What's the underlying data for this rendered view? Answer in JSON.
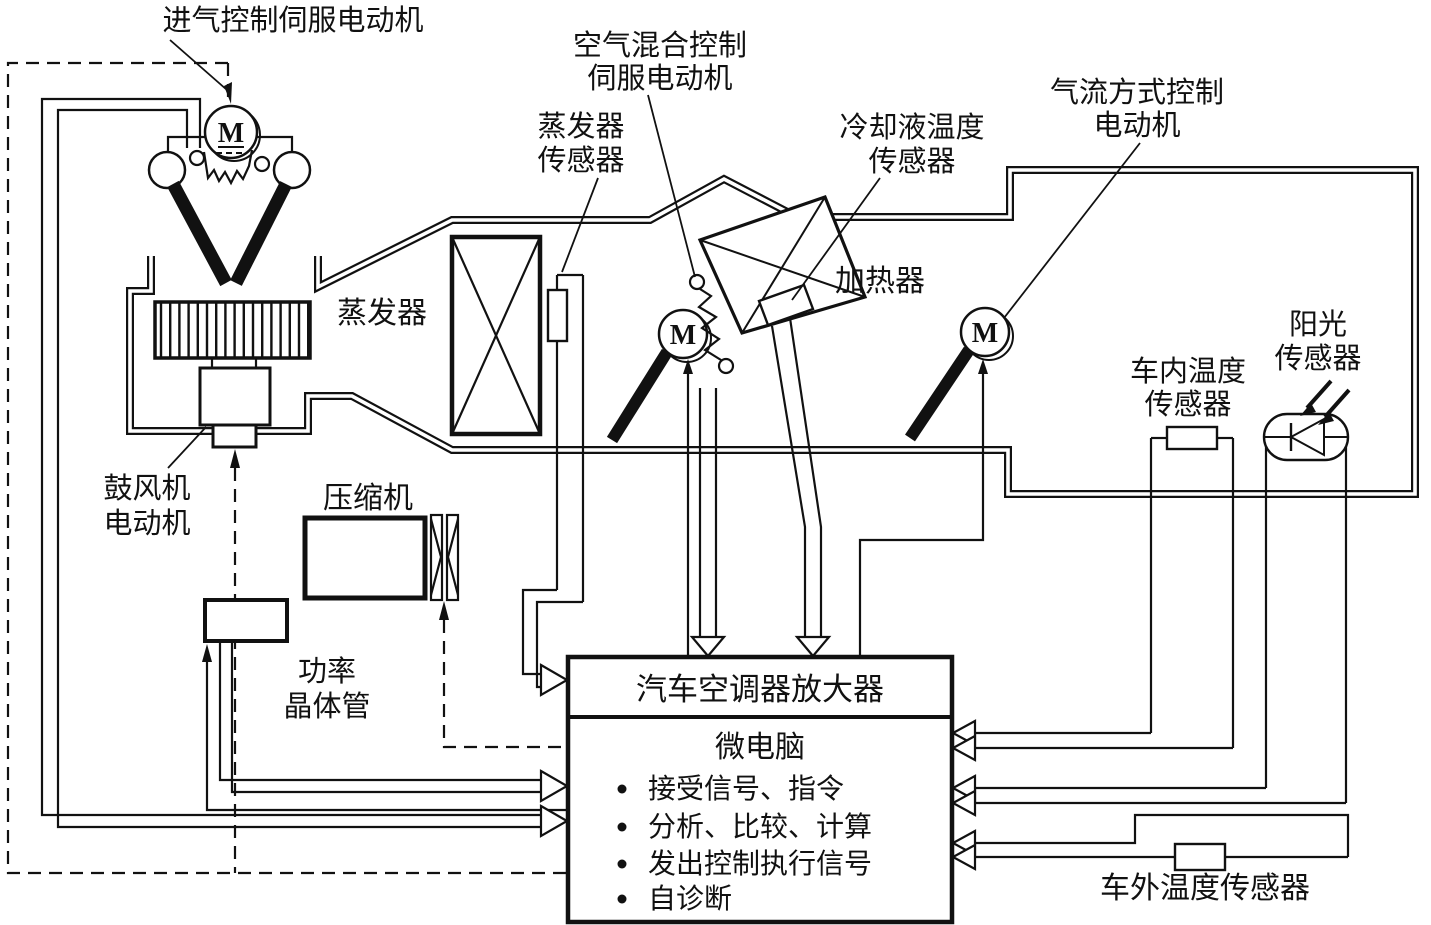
{
  "diagram": {
    "type": "schematic",
    "subject": "automotive air conditioner electronic control system",
    "colors": {
      "line": "#111111",
      "background": "#ffffff"
    },
    "labels": {
      "intake_servo": "进气控制伺服电动机",
      "air_mix_1": "空气混合控制",
      "air_mix_2": "伺服电动机",
      "evap_sensor_1": "蒸发器",
      "evap_sensor_2": "传感器",
      "coolant_1": "冷却液温度",
      "coolant_2": "传感器",
      "airflow_1": "气流方式控制",
      "airflow_2": "电动机",
      "evaporator": "蒸发器",
      "heater": "加热器",
      "cabin_1": "车内温度",
      "cabin_2": "传感器",
      "sun_1": "阳光",
      "sun_2": "传感器",
      "blower_1": "鼓风机",
      "blower_2": "电动机",
      "compressor": "压缩机",
      "transistor_1": "功率",
      "transistor_2": "晶体管",
      "outside_temp": "车外温度传感器",
      "motor_symbol": "M"
    },
    "amplifier": {
      "title": "汽车空调器放大器",
      "subtitle": "微电脑",
      "functions": [
        "接受信号、指令",
        "分析、比较、计算",
        "发出控制执行信号",
        "自诊断"
      ]
    }
  }
}
